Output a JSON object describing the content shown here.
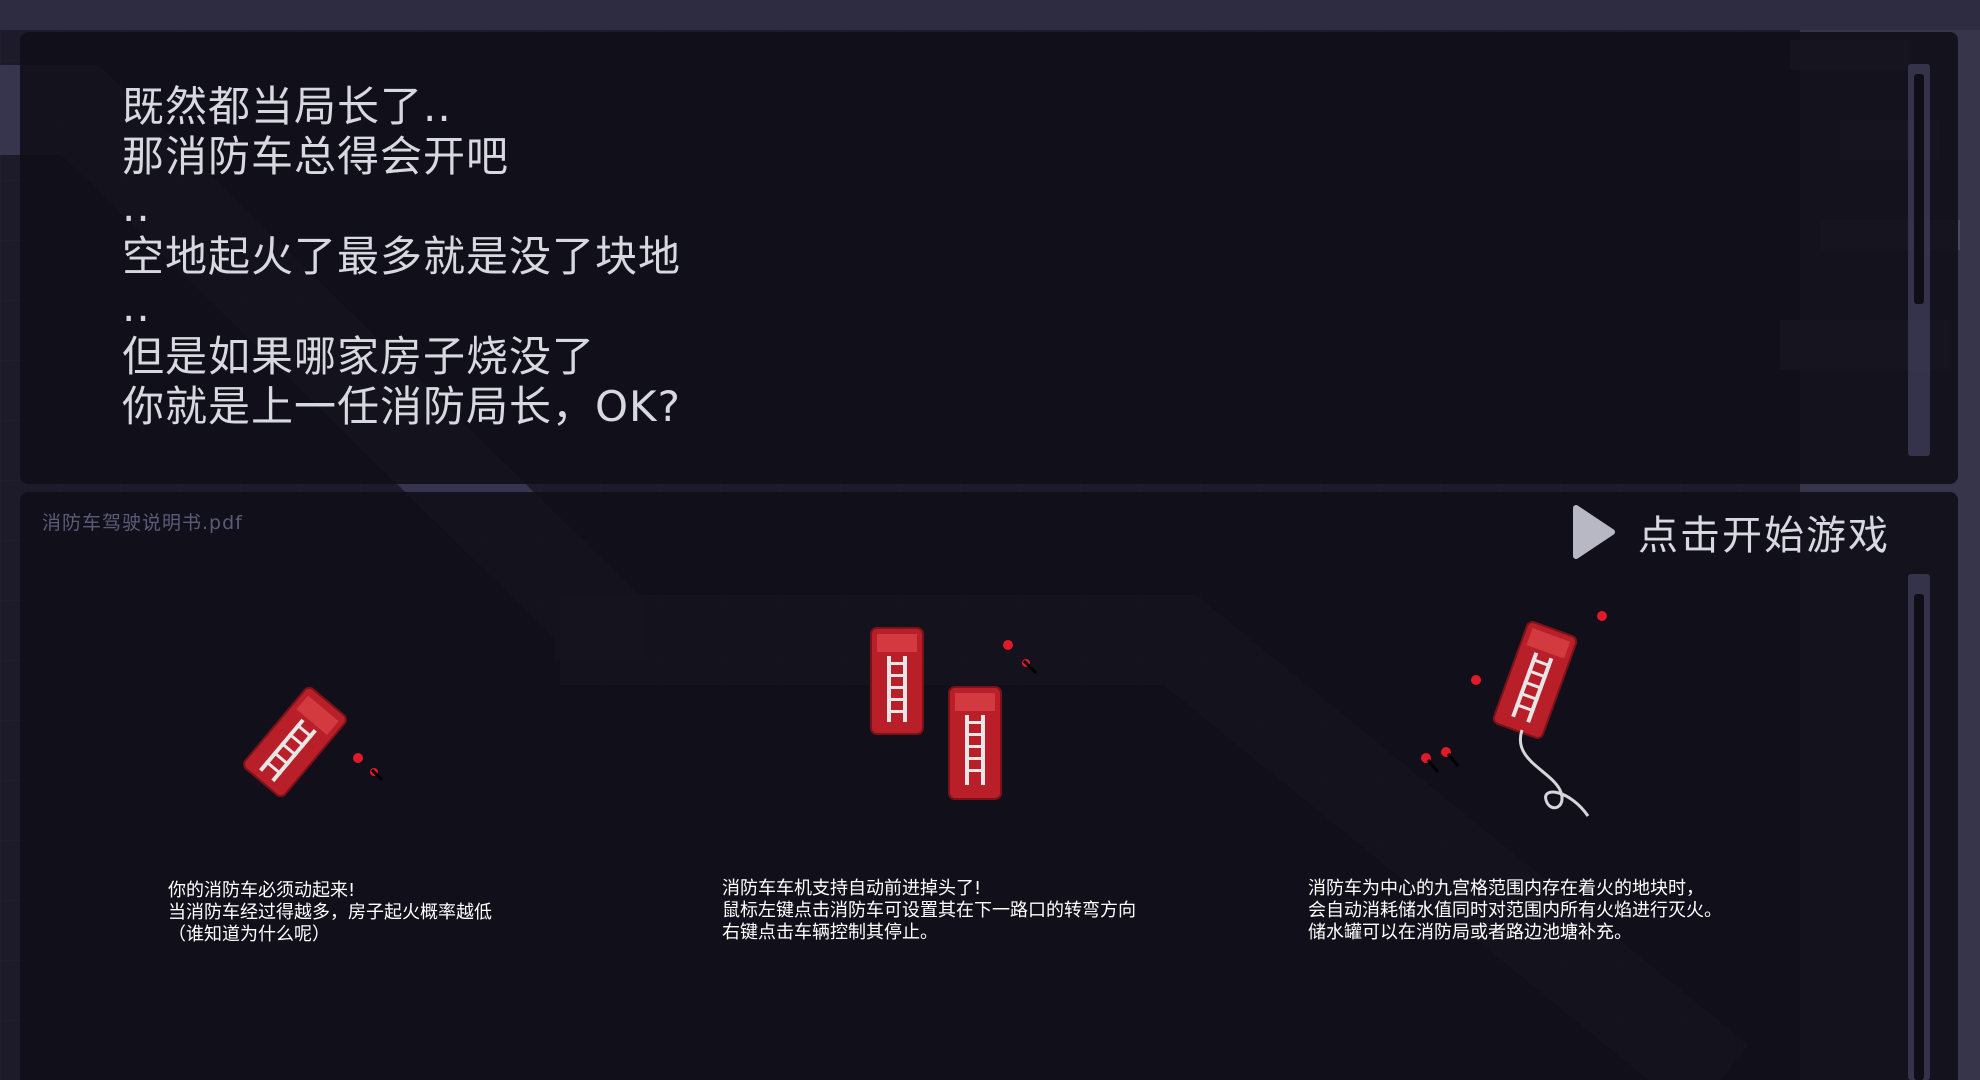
{
  "dialog": {
    "lines": [
      "既然都当局长了..",
      "那消防车总得会开吧",
      "..",
      "空地起火了最多就是没了块地",
      "..",
      "但是如果哪家房子烧没了",
      "你就是上一任消防局长，OK?"
    ]
  },
  "manual": {
    "filename": "消防车驾驶说明书.pdf",
    "start_label": "点击开始游戏",
    "sections": [
      {
        "lines": [
          "你的消防车必须动起来!",
          "当消防车经过得越多，房子起火概率越低",
          "（谁知道为什么呢）"
        ]
      },
      {
        "lines": [
          "消防车车机支持自动前进掉头了!",
          "鼠标左键点击消防车可设置其在下一路口的转弯方向",
          "右键点击车辆控制其停止。"
        ]
      },
      {
        "lines": [
          "消防车为中心的九宫格范围内存在着火的地块时，",
          "会自动消耗储水值同时对范围内所有火焰进行灭火。",
          "储水罐可以在消防局或者路边池塘补充。"
        ]
      }
    ]
  },
  "icons": {
    "start": "play-triangle-icon",
    "truck": "fire-truck-icon",
    "fire": "fire-spark-icon",
    "hose": "water-hose-icon"
  },
  "colors": {
    "panel": "#111018",
    "text": "#d8d8e0",
    "truck_red": "#c0222a",
    "spark_red": "#e01a2a",
    "dim_text": "#5c5a78"
  }
}
